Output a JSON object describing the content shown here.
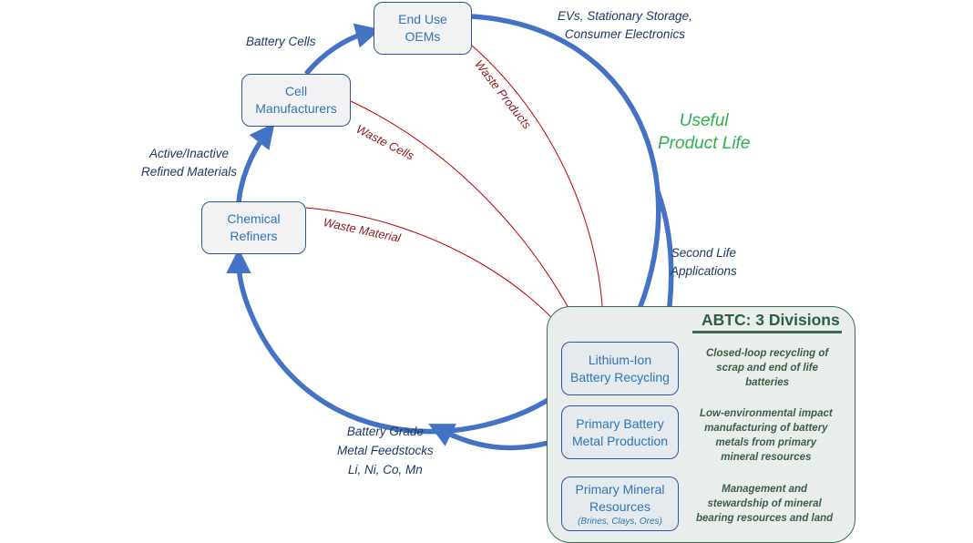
{
  "diagram": {
    "nodes": {
      "end_use": [
        "End Use",
        "OEMs"
      ],
      "cell_manufacturers": [
        "Cell",
        "Manufacturers"
      ],
      "chemical_refiners": [
        "Chemical",
        "Refiners"
      ],
      "li_ion_recycling": [
        "Lithium-Ion",
        "Battery Recycling"
      ],
      "primary_metal_production": [
        "Primary Battery",
        "Metal Production"
      ],
      "primary_mineral_resources": [
        "Primary Mineral",
        "Resources"
      ],
      "primary_mineral_resources_sub": "(Brines, Clays, Ores)"
    },
    "flow_labels": {
      "battery_cells": "Battery Cells",
      "active_inactive": [
        "Active/Inactive",
        "Refined Materials"
      ],
      "evs": [
        "EVs, Stationary Storage,",
        "Consumer Electronics"
      ],
      "second_life": [
        "Second Life",
        "Applications"
      ],
      "feedstocks": [
        "Battery Grade",
        "Metal Feedstocks",
        "Li, Ni, Co, Mn"
      ],
      "useful_product_life": [
        "Useful",
        "Product Life"
      ]
    },
    "waste_labels": {
      "waste_products": "Waste Products",
      "waste_cells": "Waste Cells",
      "waste_material": "Waste Material"
    },
    "panel": {
      "title": "ABTC: 3 Divisions",
      "descriptions": [
        [
          "Closed-loop recycling of",
          "scrap and end of life",
          "batteries"
        ],
        [
          "Low-environmental impact",
          "manufacturing of battery",
          "metals from primary",
          "mineral resources"
        ],
        [
          "Management and",
          "stewardship of mineral",
          "bearing resources and land"
        ]
      ]
    },
    "colors": {
      "flow_arrow": "#4472c4",
      "waste_arrow": "#c00000",
      "node_text": "#2e75b6",
      "panel_border": "#3d6b52",
      "useful_life": "#2eb04f"
    }
  }
}
